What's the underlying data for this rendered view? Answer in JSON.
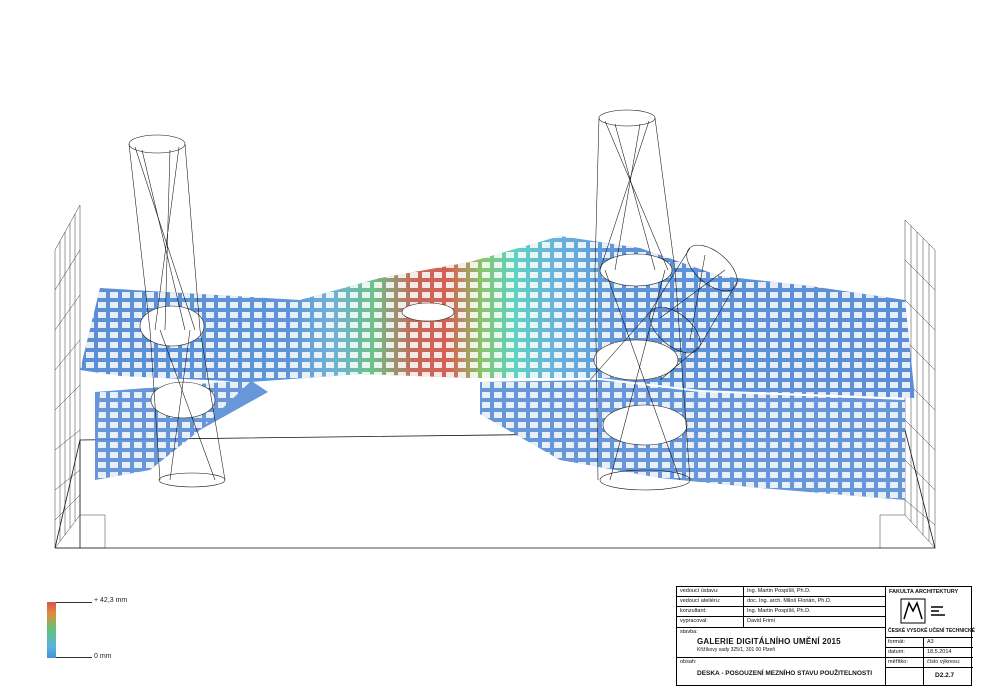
{
  "legend": {
    "max_label": "+ 42,3 mm",
    "min_label": "0 mm",
    "colors": {
      "max": "#d9534f",
      "mid": "#5cc47a",
      "min": "#4a8fd8"
    }
  },
  "titleblock": {
    "faculty": "FAKULTA ARCHITEKTURY",
    "university": "ČESKÉ VYSOKÉ UČENÍ TECHNICKÉ",
    "rows": [
      {
        "label": "vedoucí ústavu:",
        "value": "Ing. Martin Pospíšil, Ph.D."
      },
      {
        "label": "vedoucí ateliéru:",
        "value": "doc. Ing. arch. Miloš Florián, Ph.D."
      },
      {
        "label": "konzultant:",
        "value": "Ing. Martin Pospíšil, Ph.D."
      },
      {
        "label": "vypracoval:",
        "value": "David Frimi"
      }
    ],
    "stavba_label": "stavba:",
    "project_title": "GALERIE DIGITÁLNÍHO UMĚNÍ 2015",
    "address": "Křižíkovy sady 325/1, 301 00 Plzeň",
    "obsah_label": "obsah:",
    "content_title": "DESKA - POSOUZENÍ MEZNÍHO STAVU POUŽITELNOSTI",
    "format_label": "formát:",
    "format_value": "A3",
    "date_label": "datum:",
    "date_value": "18.5.2014",
    "scale_label": "měřítko:",
    "sheet_label": "číslo výkresu:",
    "sheet_value": "D2.2.7"
  }
}
